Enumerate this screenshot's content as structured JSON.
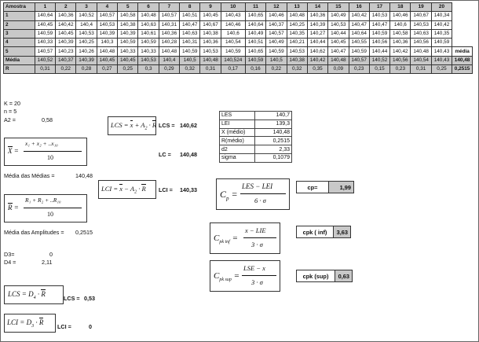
{
  "table": {
    "header": [
      "Amostra",
      "1",
      "2",
      "3",
      "4",
      "5",
      "6",
      "7",
      "8",
      "9",
      "10",
      "11",
      "12",
      "13",
      "14",
      "15",
      "16",
      "17",
      "18",
      "19",
      "20"
    ],
    "rows": [
      {
        "label": "1",
        "values": [
          "140,64",
          "140,36",
          "140,52",
          "140,57",
          "140,58",
          "140,48",
          "140,57",
          "140,51",
          "140,45",
          "140,43",
          "140,65",
          "140,46",
          "140,48",
          "140,36",
          "140,49",
          "140,42",
          "140,53",
          "140,46",
          "140,67",
          "140,34"
        ],
        "extra": ""
      },
      {
        "label": "2",
        "values": [
          "140,45",
          "140,42",
          "140,4",
          "140,53",
          "140,38",
          "140,63",
          "140,31",
          "140,47",
          "140,67",
          "140,46",
          "140,64",
          "140,37",
          "140,25",
          "140,39",
          "140,53",
          "140,47",
          "140,47",
          "140,6",
          "140,53",
          "140,42"
        ],
        "extra": ""
      },
      {
        "label": "3",
        "values": [
          "140,59",
          "140,45",
          "140,53",
          "140,39",
          "140,39",
          "140,61",
          "140,36",
          "140,63",
          "140,38",
          "140,6",
          "140,49",
          "140,57",
          "140,35",
          "140,27",
          "140,44",
          "140,64",
          "140,59",
          "140,58",
          "140,63",
          "140,35"
        ],
        "extra": ""
      },
      {
        "label": "4",
        "values": [
          "140,33",
          "140,39",
          "140,25",
          "140,3",
          "140,59",
          "140,59",
          "140,28",
          "140,31",
          "140,36",
          "140,54",
          "140,51",
          "140,49",
          "140,21",
          "140,44",
          "140,45",
          "140,55",
          "140,56",
          "140,36",
          "140,56",
          "140,59"
        ],
        "extra": ""
      },
      {
        "label": "5",
        "values": [
          "140,57",
          "140,23",
          "140,26",
          "140,48",
          "140,33",
          "140,33",
          "140,48",
          "140,59",
          "140,53",
          "140,59",
          "140,65",
          "140,59",
          "140,53",
          "140,62",
          "140,47",
          "140,59",
          "140,44",
          "140,42",
          "140,48",
          "140,43"
        ],
        "extra": "média"
      },
      {
        "label": "Média",
        "values": [
          "140,52",
          "140,37",
          "140,39",
          "140,45",
          "140,45",
          "140,53",
          "140,4",
          "140,5",
          "140,48",
          "140,524",
          "140,59",
          "140,5",
          "140,38",
          "140,42",
          "140,48",
          "140,57",
          "140,52",
          "140,56",
          "140,54",
          "140,43"
        ],
        "extra": "140,48"
      },
      {
        "label": "R",
        "values": [
          "0,31",
          "0,22",
          "0,28",
          "0,27",
          "0,25",
          "0,3",
          "0,29",
          "0,32",
          "0,31",
          "0,17",
          "0,16",
          "0,22",
          "0,32",
          "0,35",
          "0,09",
          "0,23",
          "0,15",
          "0,23",
          "0,31",
          "0,25"
        ],
        "extra": "0,2515"
      }
    ]
  },
  "left": {
    "k": "K = 20",
    "n": "n = 5",
    "a2_label": "A2 =",
    "a2_value": "0,58",
    "media_medias_label": "Média das Médias =",
    "media_medias_value": "140,48",
    "media_amp_label": "Média das Amplitudes =",
    "media_amp_value": "0,2515",
    "d3_label": "D3=",
    "d3_value": "0",
    "d4_label": "D4 =",
    "d4_value": "2,11",
    "lcs_r_label": "LCS =",
    "lcs_r_value": "0,53",
    "lci_r_label": "LCI =",
    "lci_r_value": "0"
  },
  "center": {
    "lcs_label": "LCS =",
    "lcs_value": "140,62",
    "lc_label": "LC =",
    "lc_value": "140,48",
    "lci_label": "LCI =",
    "lci_value": "140,33"
  },
  "limits": [
    {
      "k": "LES",
      "v": "140,7"
    },
    {
      "k": "LEI",
      "v": "139,3"
    },
    {
      "k": "X (médio)",
      "v": "140,48"
    },
    {
      "k": "R(médio)",
      "v": "0,2515"
    },
    {
      "k": "d2",
      "v": "2,33"
    },
    {
      "k": "sigma",
      "v": "0,1079"
    }
  ],
  "capability": {
    "cp_label": "cp=",
    "cp_value": "1,99",
    "cpk_inf_label": "cpk ( inf)",
    "cpk_inf_value": "3,63",
    "cpk_sup_label": "cpk (sup)",
    "cpk_sup_value": "0,63"
  },
  "formulas": {
    "lcs_x": {
      "lhs": "LCS",
      "eq": "=",
      "x": "x",
      "plus": "+",
      "a": "A",
      "sub": "2",
      "dot": "·",
      "r": "R"
    },
    "lci_x": {
      "lhs": "LCI",
      "eq": "=",
      "x": "x",
      "minus": "−",
      "a": "A",
      "sub": "2",
      "dot": "·",
      "r": "R"
    },
    "xbar": {
      "lhs": "X",
      "eq": "=",
      "num": "x₁ + x₂ + ..x₁₀",
      "den": "10"
    },
    "rbar": {
      "lhs": "R",
      "eq": "=",
      "num": "R₁ + R₂ + ..R₁₀",
      "den": "10"
    },
    "lcs_r": {
      "lhs": "LCS",
      "eq": "=",
      "d": "D",
      "sub": "4",
      "dot": "·",
      "r": "R"
    },
    "lci_r": {
      "lhs": "LCI",
      "eq": "=",
      "d": "D",
      "sub": "3",
      "dot": "·",
      "r": "R"
    },
    "cp": {
      "lhs": "C",
      "sub": "p",
      "eq": "=",
      "num": "LES − LEI",
      "den": "6 · σ"
    },
    "cpk_inf": {
      "lhs": "C",
      "sub": "pk inf",
      "eq": "=",
      "num": "x − LIE",
      "den": "3 · σ"
    },
    "cpk_sup": {
      "lhs": "C",
      "sub": "pk sup",
      "eq": "=",
      "num": "LSE − x",
      "den": "3 · σ"
    }
  }
}
